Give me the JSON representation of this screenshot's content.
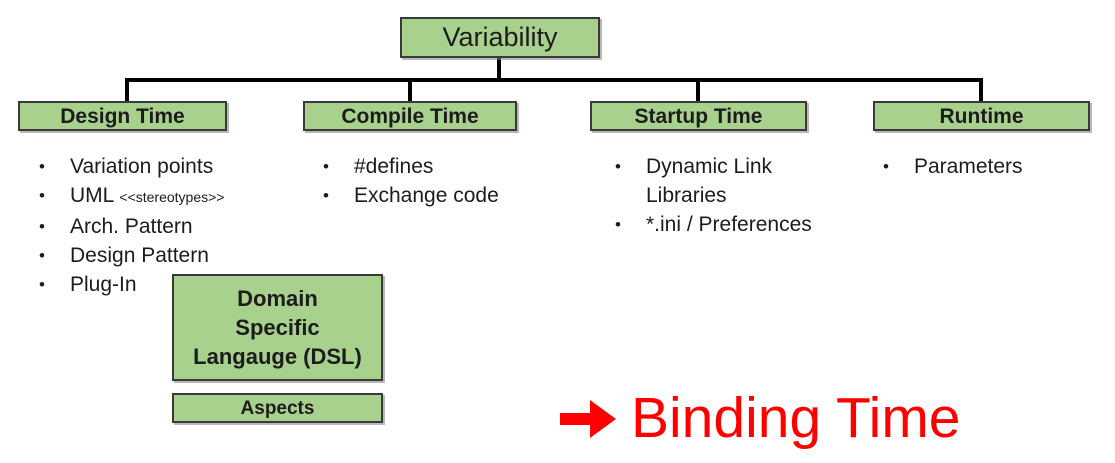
{
  "root": {
    "label": "Variability"
  },
  "bullet_char": "•",
  "branches": [
    {
      "label": "Design Time",
      "items": [
        {
          "text": "Variation points"
        },
        {
          "text": "UML ",
          "suffix": "<<stereotypes>>"
        },
        {
          "text": "Arch. Pattern"
        },
        {
          "text": "Design Pattern"
        },
        {
          "text": "Plug-In"
        }
      ]
    },
    {
      "label": "Compile Time",
      "items": [
        {
          "text": "#defines"
        },
        {
          "text": "Exchange code"
        }
      ]
    },
    {
      "label": "Startup Time",
      "items": [
        {
          "text": "Dynamic Link\nLibraries"
        },
        {
          "text": "*.ini / Preferences"
        }
      ]
    },
    {
      "label": "Runtime",
      "items": [
        {
          "text": "Parameters"
        }
      ]
    }
  ],
  "extra_boxes": {
    "dsl": {
      "lines": [
        "Domain",
        "Specific",
        "Langauge (DSL)"
      ]
    },
    "aspects": {
      "label": "Aspects"
    }
  },
  "annotation": {
    "text": "Binding Time",
    "color": "#FF0000"
  },
  "colors": {
    "node_fill": "#A9D18E",
    "node_border": "#3A3A3A",
    "connector": "#000000",
    "text": "#1C1C1C",
    "annotation": "#FF0000"
  }
}
